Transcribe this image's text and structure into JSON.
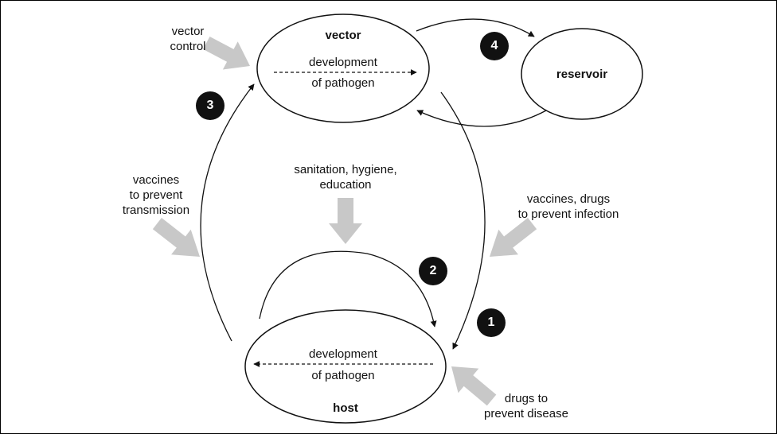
{
  "colors": {
    "line": "#111111",
    "intervention_arrow": "#c8c8c8",
    "badge_bg": "#111111",
    "badge_text": "#ffffff"
  },
  "nodes": {
    "vector": {
      "title": "vector",
      "development_line1": "development",
      "development_line2": "of pathogen"
    },
    "reservoir": {
      "title": "reservoir"
    },
    "host": {
      "title": "host",
      "development_line1": "development",
      "development_line2": "of pathogen"
    }
  },
  "interventions": {
    "vector_control": {
      "line1": "vector",
      "line2": "control"
    },
    "vaccines_transmission": {
      "line1": "vaccines",
      "line2": "to prevent",
      "line3": "transmission"
    },
    "sanitation": {
      "line1": "sanitation, hygiene,",
      "line2": "education"
    },
    "vaccines_drugs_infection": {
      "line1": "vaccines, drugs",
      "line2": "to prevent infection"
    },
    "drugs_disease": {
      "line1": "drugs to",
      "line2": "prevent disease"
    }
  },
  "badges": {
    "b1": "1",
    "b2": "2",
    "b3": "3",
    "b4": "4"
  }
}
